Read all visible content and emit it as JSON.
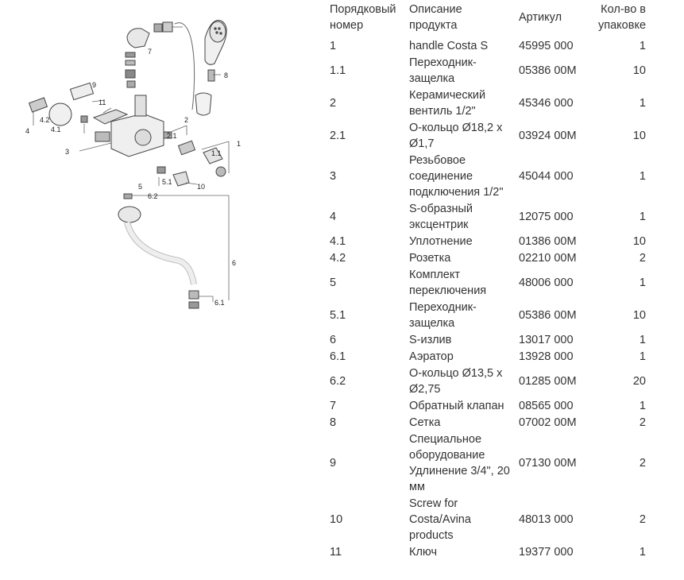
{
  "table": {
    "headers": {
      "num": "Порядковый номер",
      "desc": "Описание продукта",
      "sku": "Артикул",
      "qty": "Кол-во в упаковке"
    },
    "rows": [
      {
        "num": "1",
        "desc": "handle Costa S",
        "sku": "45995 000",
        "qty": "1"
      },
      {
        "num": "1.1",
        "desc": "Переходник-защелка",
        "sku": "05386 00M",
        "qty": "10"
      },
      {
        "num": "2",
        "desc": "Керамический вентиль 1/2\"",
        "sku": "45346 000",
        "qty": "1"
      },
      {
        "num": "2.1",
        "desc": "O-кольцо Ø18,2 x Ø1,7",
        "sku": "03924 00M",
        "qty": "10"
      },
      {
        "num": "3",
        "desc": "Резьбовое соединение подключения 1/2\"",
        "sku": "45044 000",
        "qty": "1"
      },
      {
        "num": "4",
        "desc": "S-образный эксцентрик",
        "sku": "12075 000",
        "qty": "1"
      },
      {
        "num": "4.1",
        "desc": "Уплотнение",
        "sku": "01386 00M",
        "qty": "10"
      },
      {
        "num": "4.2",
        "desc": "Розетка",
        "sku": "02210 00M",
        "qty": "2"
      },
      {
        "num": "5",
        "desc": "Комплект переключения",
        "sku": "48006 000",
        "qty": "1"
      },
      {
        "num": "5.1",
        "desc": "Переходник-защелка",
        "sku": "05386 00M",
        "qty": "10"
      },
      {
        "num": "6",
        "desc": "S-излив",
        "sku": "13017 000",
        "qty": "1"
      },
      {
        "num": "6.1",
        "desc": "Аэратор",
        "sku": "13928 000",
        "qty": "1"
      },
      {
        "num": "6.2",
        "desc": "O-кольцо Ø13,5 x Ø2,75",
        "sku": "01285 00M",
        "qty": "20"
      },
      {
        "num": "7",
        "desc": "Обратный клапан",
        "sku": "08565 000",
        "qty": "1"
      },
      {
        "num": "8",
        "desc": "Сетка",
        "sku": "07002 00M",
        "qty": "2"
      },
      {
        "num": "9",
        "desc": "Специальное оборудование Удлинение 3/4\", 20 мм",
        "sku": "07130 00M",
        "qty": "2"
      },
      {
        "num": "10",
        "desc": "Screw for Costa/Avina products",
        "sku": "48013 000",
        "qty": "2"
      },
      {
        "num": "11",
        "desc": "Ключ",
        "sku": "19377 000",
        "qty": "1"
      }
    ]
  },
  "diagram": {
    "callouts": [
      "1",
      "1.1",
      "2",
      "2.1",
      "3",
      "4",
      "4.1",
      "4.2",
      "5",
      "5.1",
      "6",
      "6.1",
      "6.2",
      "7",
      "8",
      "9",
      "10",
      "11"
    ]
  }
}
